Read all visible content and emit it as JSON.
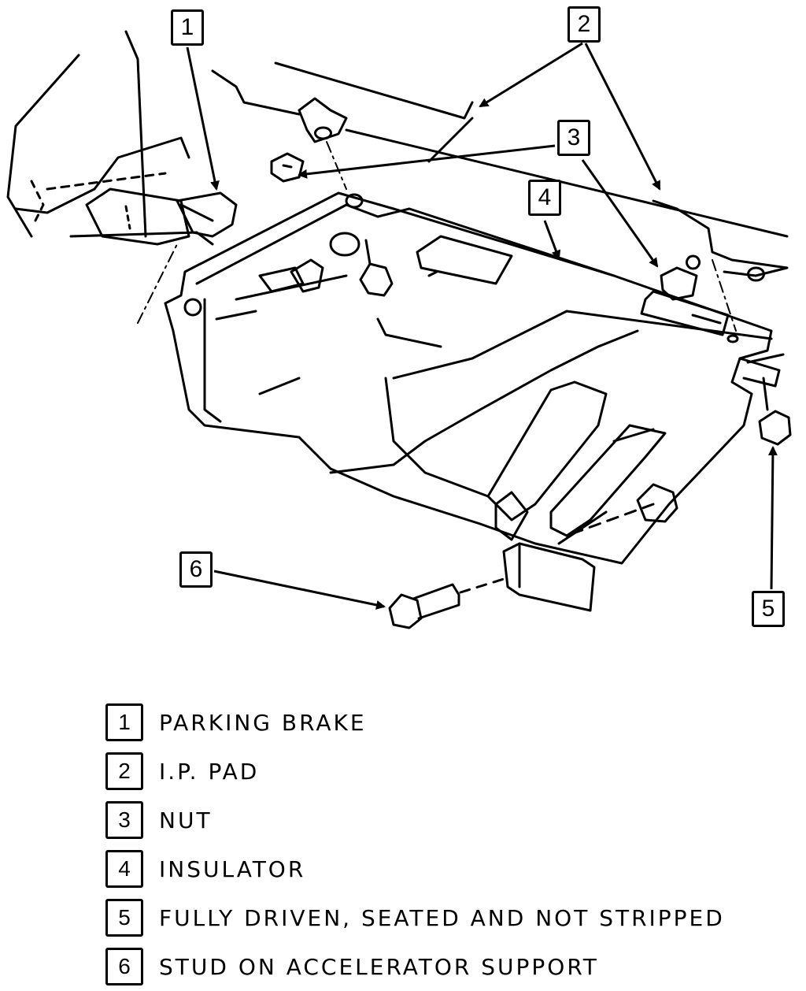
{
  "diagram": {
    "callouts": [
      {
        "id": "callout-1",
        "num": "1"
      },
      {
        "id": "callout-2",
        "num": "2"
      },
      {
        "id": "callout-3",
        "num": "3"
      },
      {
        "id": "callout-4",
        "num": "4"
      },
      {
        "id": "callout-5",
        "num": "5"
      },
      {
        "id": "callout-6",
        "num": "6"
      }
    ]
  },
  "legend": [
    {
      "num": "1",
      "label": "PARKING BRAKE"
    },
    {
      "num": "2",
      "label": "I.P. PAD"
    },
    {
      "num": "3",
      "label": "NUT"
    },
    {
      "num": "4",
      "label": "INSULATOR"
    },
    {
      "num": "5",
      "label": "FULLY DRIVEN, SEATED AND NOT STRIPPED"
    },
    {
      "num": "6",
      "label": "STUD ON ACCELERATOR SUPPORT"
    }
  ]
}
